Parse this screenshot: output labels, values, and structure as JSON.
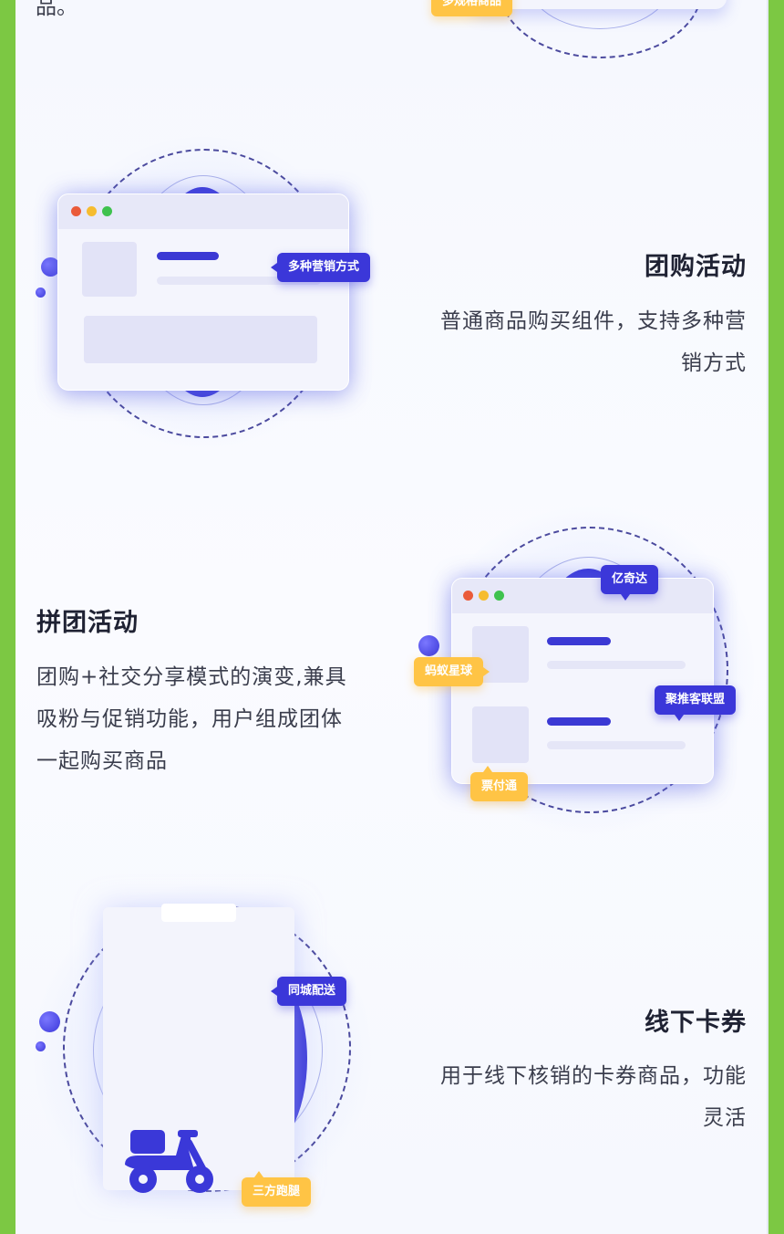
{
  "top": {
    "text_fragment": "品。",
    "tag": "多规格商品"
  },
  "sections": {
    "group_buy": {
      "title": "团购活动",
      "desc_line1": "普通商品购买组件，支持多种营",
      "desc_line2": "销方式",
      "tag": "多种营销方式"
    },
    "pintuan": {
      "title": "拼团活动",
      "desc_line1": "团购+社交分享模式的演变,兼具",
      "desc_line2": "吸粉与促销功能，用户组成团体",
      "desc_line3": "一起购买商品",
      "tags": {
        "yiqida": "亿奇达",
        "mayi": "蚂蚁星球",
        "jutuike": "聚推客联盟",
        "piaofu": "票付通"
      }
    },
    "offline_coupon": {
      "title": "线下卡券",
      "desc_line1": "用于线下核销的卡券商品，功能",
      "desc_line2": "灵活",
      "tags": {
        "tongcheng": "同城配送",
        "sanfang": "三方跑腿"
      }
    }
  },
  "colors": {
    "accent": "#3b37d9",
    "yellow": "#ffc445",
    "side_green": "#7cc843"
  },
  "icons": {
    "delivery": "scooter-icon"
  }
}
